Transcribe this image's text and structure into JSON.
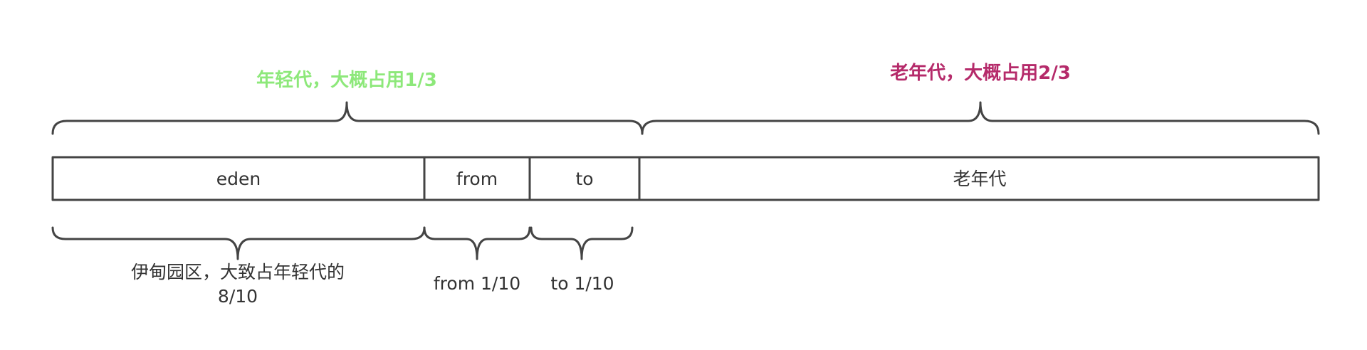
{
  "young_gen": {
    "title": "年轻代，大概占用1/3",
    "color": "#8de87a"
  },
  "old_gen": {
    "title": "老年代，大概占用2/3",
    "color": "#b52a6a"
  },
  "segments": {
    "eden": "eden",
    "from": "from",
    "to": "to",
    "old": "老年代"
  },
  "captions": {
    "eden_line1": "伊甸园区，大致占年轻代的",
    "eden_line2": "8/10",
    "from": "from 1/10",
    "to": "to 1/10"
  },
  "stroke_color": "#444444",
  "text_color": "#333333"
}
